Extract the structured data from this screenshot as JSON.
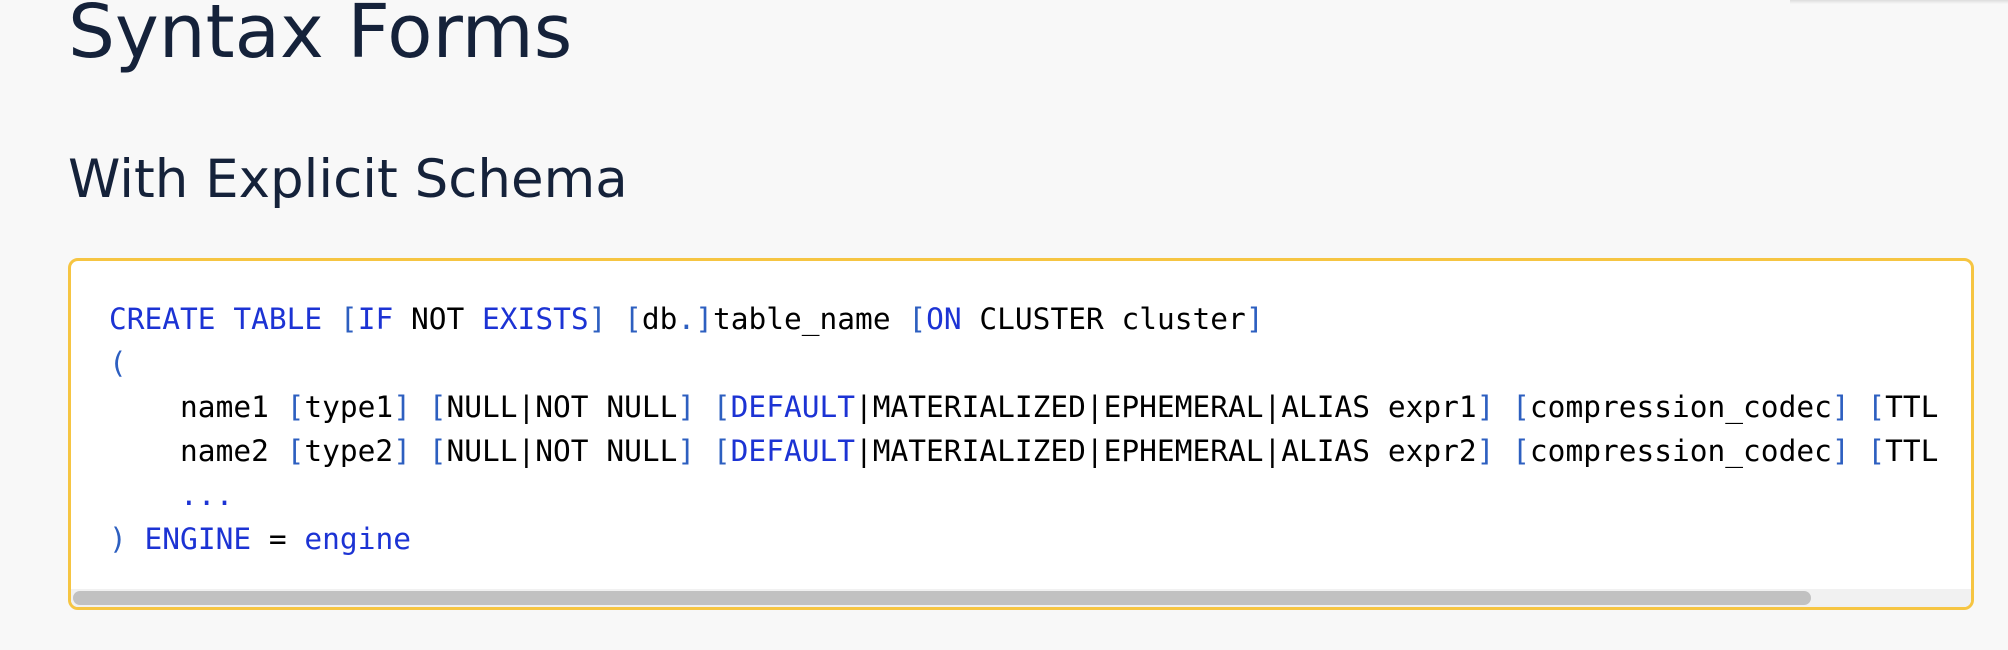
{
  "page": {
    "title": "Syntax Forms",
    "section_title": "With Explicit Schema"
  },
  "code": {
    "line1": [
      {
        "t": "CREATE",
        "c": "kw"
      },
      {
        "t": " ",
        "c": "tx"
      },
      {
        "t": "TABLE",
        "c": "kw"
      },
      {
        "t": " ",
        "c": "tx"
      },
      {
        "t": "[",
        "c": "br"
      },
      {
        "t": "IF",
        "c": "kw"
      },
      {
        "t": " NOT ",
        "c": "tx"
      },
      {
        "t": "EXISTS",
        "c": "kw"
      },
      {
        "t": "]",
        "c": "br"
      },
      {
        "t": " ",
        "c": "tx"
      },
      {
        "t": "[",
        "c": "br"
      },
      {
        "t": "db",
        "c": "tx"
      },
      {
        "t": ".",
        "c": "br"
      },
      {
        "t": "]",
        "c": "br"
      },
      {
        "t": "table_name ",
        "c": "tx"
      },
      {
        "t": "[",
        "c": "br"
      },
      {
        "t": "ON",
        "c": "kw"
      },
      {
        "t": " CLUSTER cluster",
        "c": "tx"
      },
      {
        "t": "]",
        "c": "br"
      }
    ],
    "line2": [
      {
        "t": "(",
        "c": "br"
      }
    ],
    "line3": [
      {
        "t": "    name1 ",
        "c": "tx"
      },
      {
        "t": "[",
        "c": "br"
      },
      {
        "t": "type1",
        "c": "tx"
      },
      {
        "t": "]",
        "c": "br"
      },
      {
        "t": " ",
        "c": "tx"
      },
      {
        "t": "[",
        "c": "br"
      },
      {
        "t": "NULL|NOT NULL",
        "c": "tx"
      },
      {
        "t": "]",
        "c": "br"
      },
      {
        "t": " ",
        "c": "tx"
      },
      {
        "t": "[",
        "c": "br"
      },
      {
        "t": "DEFAULT",
        "c": "kw"
      },
      {
        "t": "|MATERIALIZED|EPHEMERAL|ALIAS expr1",
        "c": "tx"
      },
      {
        "t": "]",
        "c": "br"
      },
      {
        "t": " ",
        "c": "tx"
      },
      {
        "t": "[",
        "c": "br"
      },
      {
        "t": "compression_codec",
        "c": "tx"
      },
      {
        "t": "]",
        "c": "br"
      },
      {
        "t": " ",
        "c": "tx"
      },
      {
        "t": "[",
        "c": "br"
      },
      {
        "t": "TTL",
        "c": "tx"
      }
    ],
    "line4": [
      {
        "t": "    name2 ",
        "c": "tx"
      },
      {
        "t": "[",
        "c": "br"
      },
      {
        "t": "type2",
        "c": "tx"
      },
      {
        "t": "]",
        "c": "br"
      },
      {
        "t": " ",
        "c": "tx"
      },
      {
        "t": "[",
        "c": "br"
      },
      {
        "t": "NULL|NOT NULL",
        "c": "tx"
      },
      {
        "t": "]",
        "c": "br"
      },
      {
        "t": " ",
        "c": "tx"
      },
      {
        "t": "[",
        "c": "br"
      },
      {
        "t": "DEFAULT",
        "c": "kw"
      },
      {
        "t": "|MATERIALIZED|EPHEMERAL|ALIAS expr2",
        "c": "tx"
      },
      {
        "t": "]",
        "c": "br"
      },
      {
        "t": " ",
        "c": "tx"
      },
      {
        "t": "[",
        "c": "br"
      },
      {
        "t": "compression_codec",
        "c": "tx"
      },
      {
        "t": "]",
        "c": "br"
      },
      {
        "t": " ",
        "c": "tx"
      },
      {
        "t": "[",
        "c": "br"
      },
      {
        "t": "TTL",
        "c": "tx"
      }
    ],
    "line5": [
      {
        "t": "    ...",
        "c": "kw"
      }
    ],
    "line6": [
      {
        "t": ")",
        "c": "br"
      },
      {
        "t": " ",
        "c": "tx"
      },
      {
        "t": "ENGINE",
        "c": "kw"
      },
      {
        "t": " = ",
        "c": "tx"
      },
      {
        "t": "engine",
        "c": "kw"
      }
    ]
  },
  "colors": {
    "keyword": "#1c33d4",
    "bracket": "#2d5fc0",
    "text": "#000000",
    "heading": "#15223a",
    "code_border": "#f6c542",
    "background": "#f8f8f8"
  }
}
